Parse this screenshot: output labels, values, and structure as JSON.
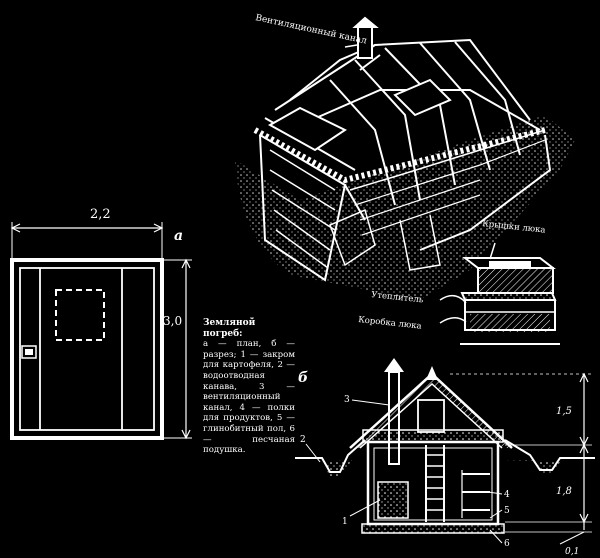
{
  "labels": {
    "plan_letter": "а",
    "section_letter": "б",
    "ventilation_channel": "Вентиляционный канал",
    "hatch_covers": "Крышки люка",
    "insulation": "Утеплитель",
    "hatch_frame": "Коробка люка"
  },
  "dimensions": {
    "plan_width": "2,2",
    "plan_length": "3,0",
    "above_ground_height": "1,5",
    "below_ground_depth": "1,8",
    "sand_cushion": "0,1"
  },
  "callouts": [
    "1",
    "2",
    "3",
    "4",
    "5",
    "6"
  ],
  "caption": {
    "title": "Земляной погреб:",
    "text": "а — план, б — разрез; 1 — закром для картофеля, 2 — водоотводная канава, 3 — вентиляционный канал, 4 — полки для продуктов, 5 — глинобитный пол, 6 — песчаная подушка."
  },
  "colors": {
    "background": "#000000",
    "ink": "#ffffff"
  }
}
